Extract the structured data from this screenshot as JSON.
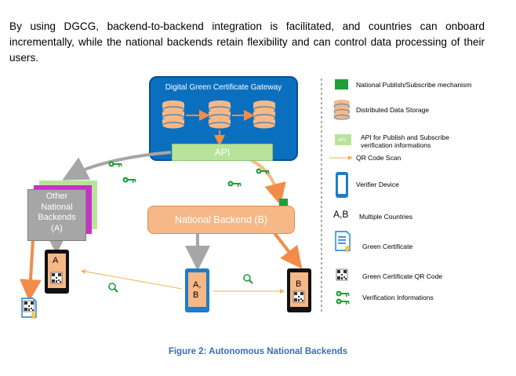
{
  "paragraph": "By using DGCG, backend-to-backend integration is facilitated, and countries can onboard incrementally, while the national backends retain flexibility and can control data processing of their users.",
  "gateway_title": "Digital Green Certificate Gateway",
  "api_label": "API",
  "national_backend": "National Backend (B)",
  "other_backends": [
    "Other",
    "National",
    "Backends",
    "(A)"
  ],
  "phone_a": "A",
  "phone_ab": [
    "A,",
    "B"
  ],
  "phone_b": "B",
  "legend": {
    "publish": "National Publish/Subscribe mechanism",
    "storage": "Distributed Data Storage",
    "api_badge": "API",
    "api_desc": [
      "API for Publish and Subscribe",
      "verification informations"
    ],
    "qr_scan": "QR Code Scan",
    "verifier": "Verifier Device",
    "countries_code": "A,B",
    "countries": "Multiple Countries",
    "green_cert": "Green Certificate",
    "qr_code": "Green Certificate QR Code",
    "verification": "Verification Informations"
  },
  "caption": "Figure 2: Autonomous National Backends",
  "colors": {
    "gateway": "#0b6fbf",
    "api": "#b9e39a",
    "backend": "#f6b887",
    "arrow_orange": "#f28c4a",
    "arrow_grey": "#a6a6a6",
    "publish_green": "#1f9e3a",
    "key_green": "#1f9e3a",
    "device_blue": "#1f7cc7"
  }
}
